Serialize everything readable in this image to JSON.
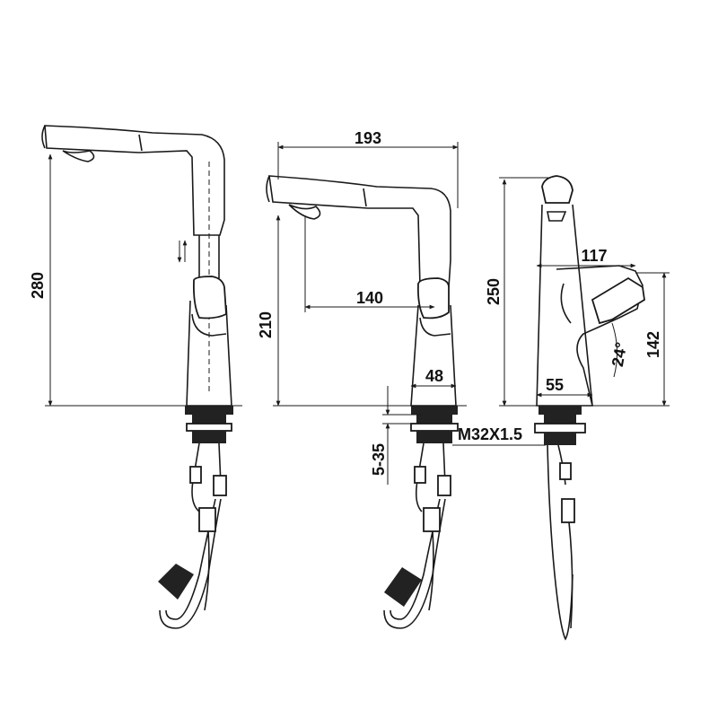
{
  "drawing": {
    "colors": {
      "line": "#1a1a1a",
      "background": "#ffffff",
      "dark_part": "#222222"
    },
    "icons": [
      "pull-out-arrows-icon"
    ],
    "dimensions": {
      "overall_height_left": "280",
      "spout_reach_total": "193",
      "spout_reach_from_axis": "140",
      "outlet_height": "210",
      "body_width": "48",
      "deck_thickness": "5-35",
      "thread": "M32X1.5",
      "side_height": "250",
      "handle_offset": "117",
      "handle_height": "142",
      "handle_angle": "24°",
      "base_width": "55"
    }
  }
}
